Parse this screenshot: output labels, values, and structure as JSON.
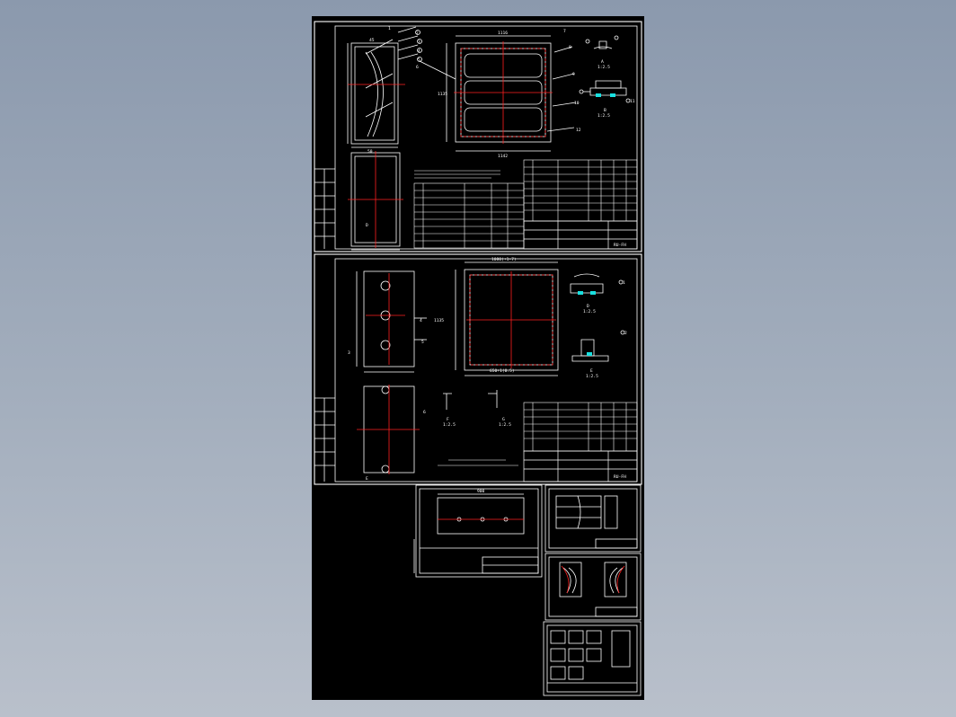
{
  "app": {
    "title": "CAD drawing preview"
  },
  "colors": {
    "background_top": "#8b99ad",
    "background_bottom": "#b9c0cb",
    "canvas": "#000000",
    "line": "#ffffff",
    "centerline": "#ff0000",
    "seal": "#00ffff"
  },
  "sheet1": {
    "dims": {
      "top_width": "1116",
      "bottom_width": "1142",
      "height": "1135",
      "side_a": "45",
      "side_b": "50"
    },
    "detail_labels": {
      "a": "A",
      "a_scale": "1:2.5",
      "b": "B",
      "b_scale": "1:2.5"
    },
    "section_mark": "D",
    "balloons": [
      "1",
      "2",
      "3",
      "4",
      "5",
      "6",
      "7",
      "8",
      "9",
      "10",
      "11",
      "12"
    ],
    "drawing_no": "RU-FH"
  },
  "sheet2": {
    "dims": {
      "height": "1135",
      "width": "1080(+1-7)",
      "bottom": "650+1(0.5)"
    },
    "detail_labels": {
      "d": "D",
      "d_scale": "1:2.5",
      "e": "E",
      "e_scale": "1:2.5",
      "f": "F",
      "f_scale": "1:2.5",
      "g": "G",
      "g_scale": "1:2.5"
    },
    "section_mark": "E",
    "balloons": [
      "1",
      "2",
      "3",
      "4",
      "5",
      "6"
    ],
    "drawing_no": "RU-FH"
  },
  "sheet3": {
    "dims": {
      "width": "900"
    }
  }
}
